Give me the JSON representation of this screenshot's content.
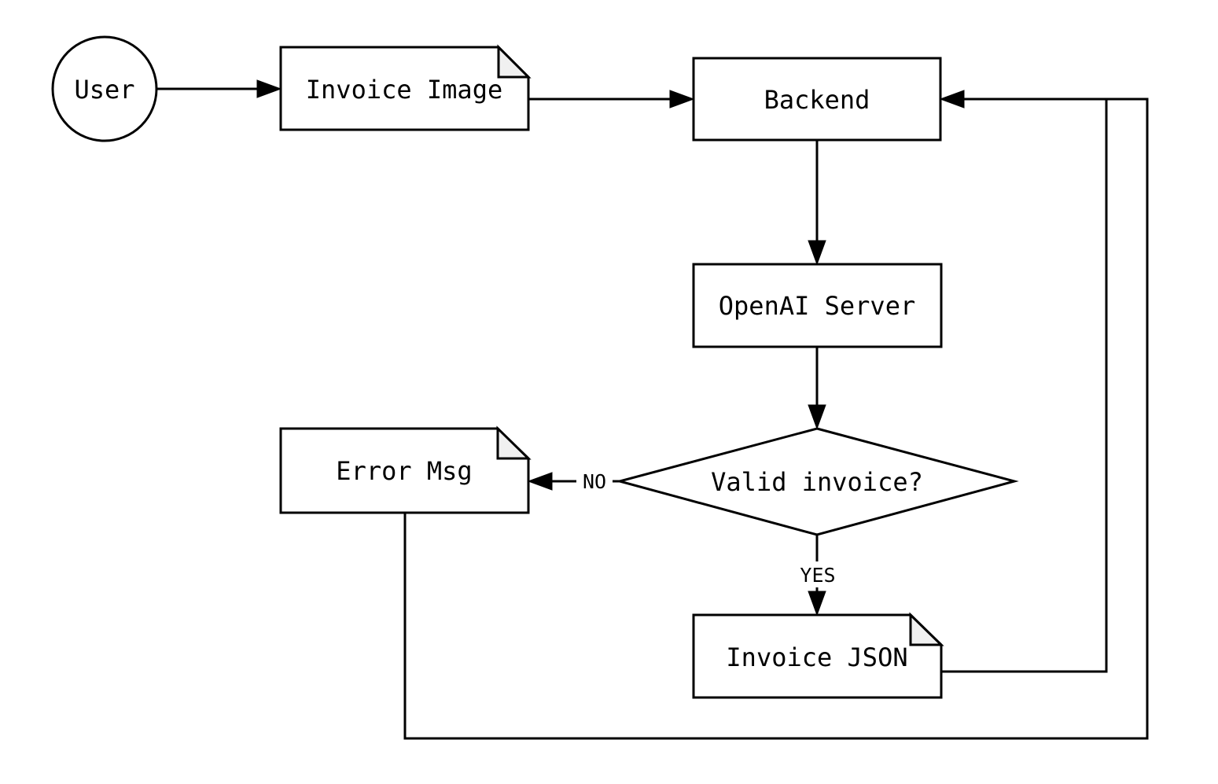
{
  "diagram": {
    "type": "flowchart",
    "colors": {
      "background": "#ffffff",
      "stroke": "#000000",
      "node_fill": "#ffffff",
      "note_fold_fill": "#f0f0f0",
      "text": "#000000"
    },
    "nodes": {
      "user": {
        "label": "User",
        "shape": "ellipse"
      },
      "invoice_image": {
        "label": "Invoice Image",
        "shape": "note"
      },
      "backend": {
        "label": "Backend",
        "shape": "rectangle"
      },
      "openai_server": {
        "label": "OpenAI Server",
        "shape": "rectangle"
      },
      "valid_invoice": {
        "label": "Valid invoice?",
        "shape": "diamond"
      },
      "error_msg": {
        "label": "Error Msg",
        "shape": "note"
      },
      "invoice_json": {
        "label": "Invoice JSON",
        "shape": "note"
      }
    },
    "edge_labels": {
      "no": "NO",
      "yes": "YES"
    },
    "edges": [
      {
        "from": "user",
        "to": "invoice_image",
        "label": ""
      },
      {
        "from": "invoice_image",
        "to": "backend",
        "label": ""
      },
      {
        "from": "backend",
        "to": "openai_server",
        "label": ""
      },
      {
        "from": "openai_server",
        "to": "valid_invoice",
        "label": ""
      },
      {
        "from": "valid_invoice",
        "to": "error_msg",
        "label": "NO"
      },
      {
        "from": "valid_invoice",
        "to": "invoice_json",
        "label": "YES"
      },
      {
        "from": "invoice_json",
        "to": "backend",
        "label": ""
      },
      {
        "from": "error_msg",
        "to": "backend",
        "label": ""
      }
    ]
  }
}
